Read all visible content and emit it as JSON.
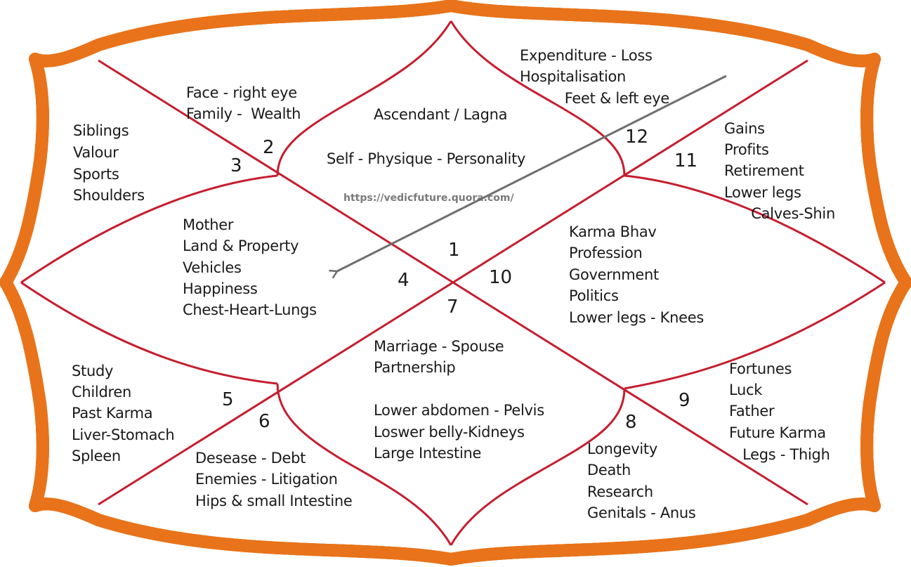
{
  "watermark": "https://vedicfuture.quora.com/",
  "colors": {
    "frame_outer": "#e8731a",
    "frame_inner": "#f7b733",
    "frame_core": "#ffd54a",
    "lines": "#c61d2e",
    "arrow": "#6e6e6e"
  },
  "houses": [
    {
      "number": "1",
      "lines": [
        "Ascendant / Lagna",
        "",
        "Self - Physique - Personality"
      ]
    },
    {
      "number": "2",
      "lines": [
        "Face - right eye",
        "Family -  Wealth"
      ]
    },
    {
      "number": "3",
      "lines": [
        "Siblings",
        "Valour",
        "Sports",
        "Shoulders"
      ]
    },
    {
      "number": "4",
      "lines": [
        "Mother",
        "Land & Property",
        "Vehicles",
        "Happiness",
        "Chest-Heart-Lungs"
      ]
    },
    {
      "number": "5",
      "lines": [
        "Study",
        "Children",
        "Past Karma",
        "Liver-Stomach",
        "Spleen"
      ]
    },
    {
      "number": "6",
      "lines": [
        "Desease - Debt",
        "Enemies - Litigation",
        "Hips & small Intestine"
      ]
    },
    {
      "number": "7",
      "lines": [
        "Marriage - Spouse",
        "Partnership",
        "",
        "Lower abdomen - Pelvis",
        "Loswer belly-Kidneys",
        "Large Intestine"
      ]
    },
    {
      "number": "8",
      "lines": [
        "Longevity",
        "Death",
        "Research",
        "Genitals - Anus"
      ]
    },
    {
      "number": "9",
      "lines": [
        "Fortunes",
        "Luck",
        "Father",
        "Future Karma",
        "   Legs - Thigh"
      ]
    },
    {
      "number": "10",
      "lines": [
        "Karma Bhav",
        "Profession",
        "Government",
        "Politics",
        "Lower legs - Knees"
      ]
    },
    {
      "number": "11",
      "lines": [
        "Gains",
        "Profits",
        "Retirement",
        "Lower legs",
        "      Calves-Shin"
      ]
    },
    {
      "number": "12",
      "lines": [
        "Expenditure - Loss",
        "Hospitalisation",
        "          Feet & left eye"
      ]
    }
  ]
}
